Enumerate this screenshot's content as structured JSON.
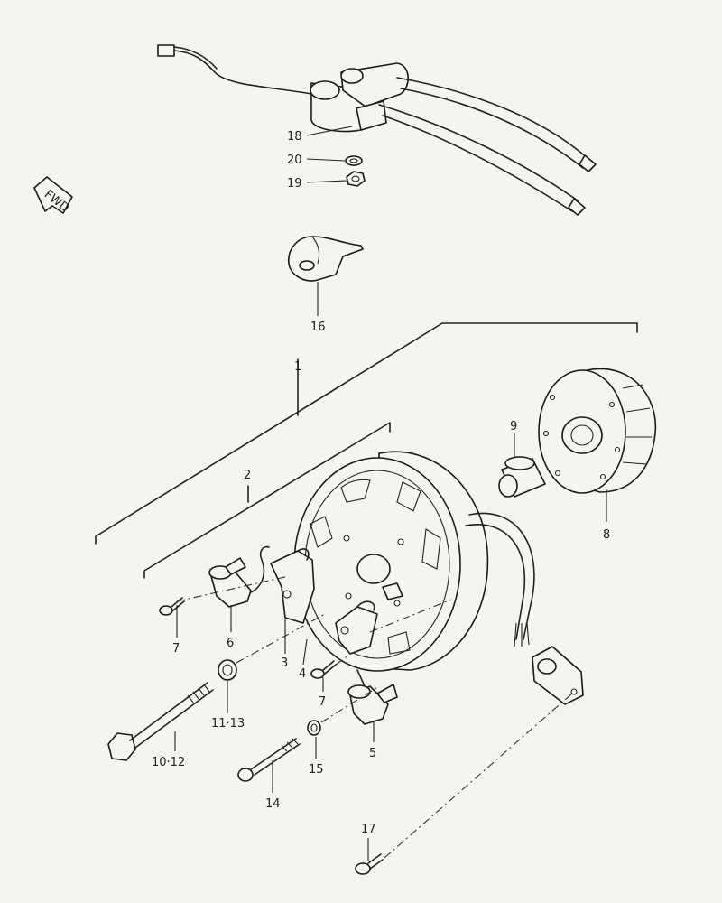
{
  "fwd_label": "FWD",
  "callouts": {
    "p1": "1",
    "p2": "2",
    "p3": "3",
    "p4": "4",
    "p5": "5",
    "p6": "6",
    "p7a": "7",
    "p7b": "7",
    "p8": "8",
    "p9": "9",
    "p10_12": "10·12",
    "p11_13": "11·13",
    "p14": "14",
    "p15": "15",
    "p16": "16",
    "p17": "17",
    "p18": "18",
    "p19": "19",
    "p20": "20"
  }
}
